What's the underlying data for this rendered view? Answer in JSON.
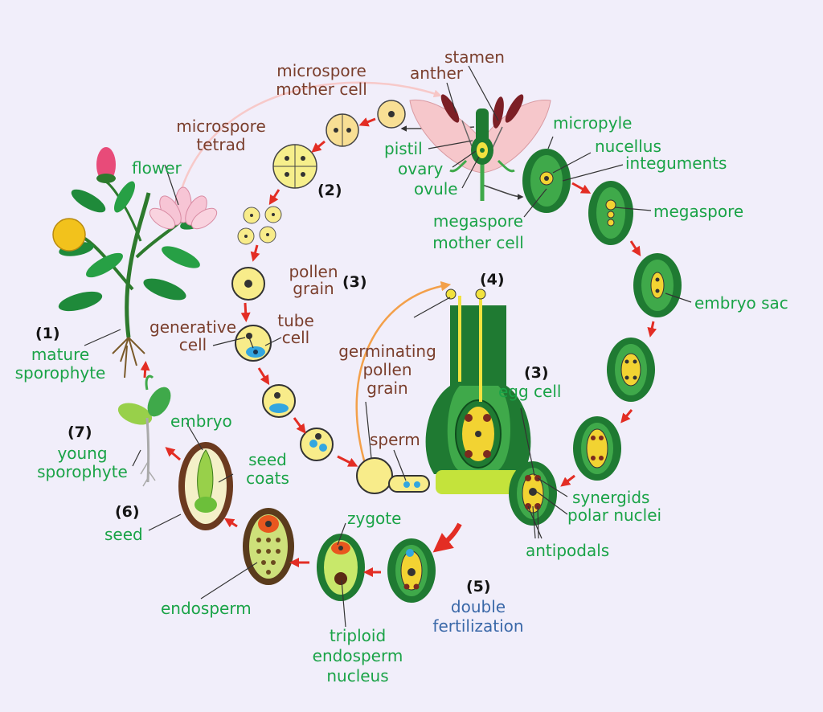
{
  "colors": {
    "background": "#f1eefa",
    "label_green": "#1aa347",
    "label_brown": "#7a3e2c",
    "label_blue": "#3a68a8",
    "arrow_red": "#e32d24",
    "pollen_yellow": "#f8ec8a",
    "dark_green": "#1f7a32",
    "mid_green": "#3fa94a",
    "petal_pink": "#f6c7cb",
    "cell_blue": "#33a6e0",
    "zygote_orange": "#e8571f",
    "seed_coat_brown": "#6b3a1f"
  },
  "stages": {
    "s1": "(1)",
    "s2": "(2)",
    "s3a": "(3)",
    "s3b": "(3)",
    "s4": "(4)",
    "s5": "(5)",
    "s6": "(6)",
    "s7": "(7)"
  },
  "labels": {
    "microspore_mother_cell": [
      "microspore",
      "mother cell"
    ],
    "microspore_tetrad": [
      "microspore",
      "tetrad"
    ],
    "stamen": "stamen",
    "anther": "anther",
    "flower": "flower",
    "pistil": "pistil",
    "ovary": "ovary",
    "ovule": "ovule",
    "micropyle": "micropyle",
    "nucellus": "nucellus",
    "integuments": "integuments",
    "megaspore": "megaspore",
    "megaspore_mother_cell": [
      "megaspore",
      "mother cell"
    ],
    "embryo_sac": "embryo sac",
    "pollen_grain": [
      "pollen",
      "grain"
    ],
    "generative_cell": [
      "generative",
      "cell"
    ],
    "tube_cell": [
      "tube",
      "cell"
    ],
    "germinating_pollen_grain": [
      "germinating",
      "pollen",
      "grain"
    ],
    "sperm": "sperm",
    "egg_cell": "egg cell",
    "synergids": "synergids",
    "polar_nuclei": "polar nuclei",
    "antipodals": "antipodals",
    "mature_sporophyte": [
      "mature",
      "sporophyte"
    ],
    "young_sporophyte": [
      "young",
      "sporophyte"
    ],
    "embryo": "embryo",
    "seed_coats": [
      "seed",
      "coats"
    ],
    "seed": "seed",
    "endosperm": "endosperm",
    "zygote": "zygote",
    "triploid_endosperm_nucleus": [
      "triploid",
      "endosperm",
      "nucleus"
    ],
    "double_fertilization": [
      "double",
      "fertilization"
    ]
  },
  "icons": [
    "flowering-plant-icon",
    "flower-section-icon",
    "pollen-icon",
    "ovule-icon",
    "seed-icon",
    "seedling-icon"
  ]
}
